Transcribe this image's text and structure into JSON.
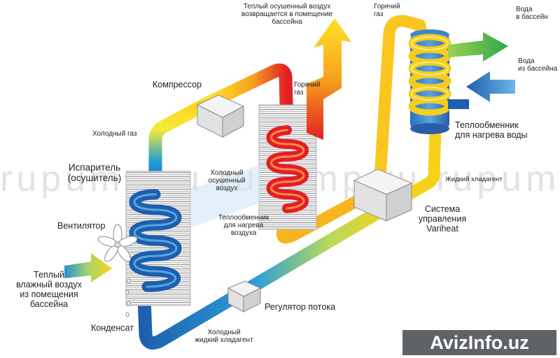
{
  "colors": {
    "hot_red": "#e31e24",
    "warm_yellow": "#ffe22a",
    "cold_blue": "#1d5fae",
    "liquid_yellow": "#f7d21c",
    "arrow_green": "#3cb34a",
    "logo_bg": "#5f6266"
  },
  "labels": {
    "warm_dry_air_return": "Теплый осушенный воздух\nвозвращается в помещение\nбассейна",
    "hot_gas_right": "Горячий\nгаз",
    "hot_gas_center": "Горячий\nгаз",
    "water_to_pool": "Вода\nв бассейн",
    "water_from_pool": "Вода\nиз бассейна",
    "compressor": "Компрессор",
    "cold_gas": "Холодный  газ",
    "water_heat_exchanger": "Теплообменник\nдля нагрева воды",
    "evaporator": "Испаритель\n(осушитель)",
    "cold_dry_air": "Холодный\nосушенный\nвоздух",
    "liquid_refrigerant": "Жидкий хладагент",
    "fan": "Вентилятор",
    "air_heat_exchanger": "Теплообменник\nдля нагрева\nвоздуха",
    "control_system": "Система\nуправления\nVariheat",
    "warm_humid_air": "Теплый\nвлажный воздух\nиз помещения\nбассейна",
    "flow_regulator": "Регулятор потока",
    "condensate": "Конденсат",
    "cold_liquid_refrigerant": "Холодный\nжидкий хладагент"
  },
  "watermark": "rupump.ru          rupump.ru          rupump.ru",
  "logo": "AvizInfo.uz",
  "icons": [
    "fan-icon",
    "compressor-icon",
    "flow-regulator-icon",
    "control-system-icon",
    "water-coil-icon",
    "arrow-icon"
  ]
}
